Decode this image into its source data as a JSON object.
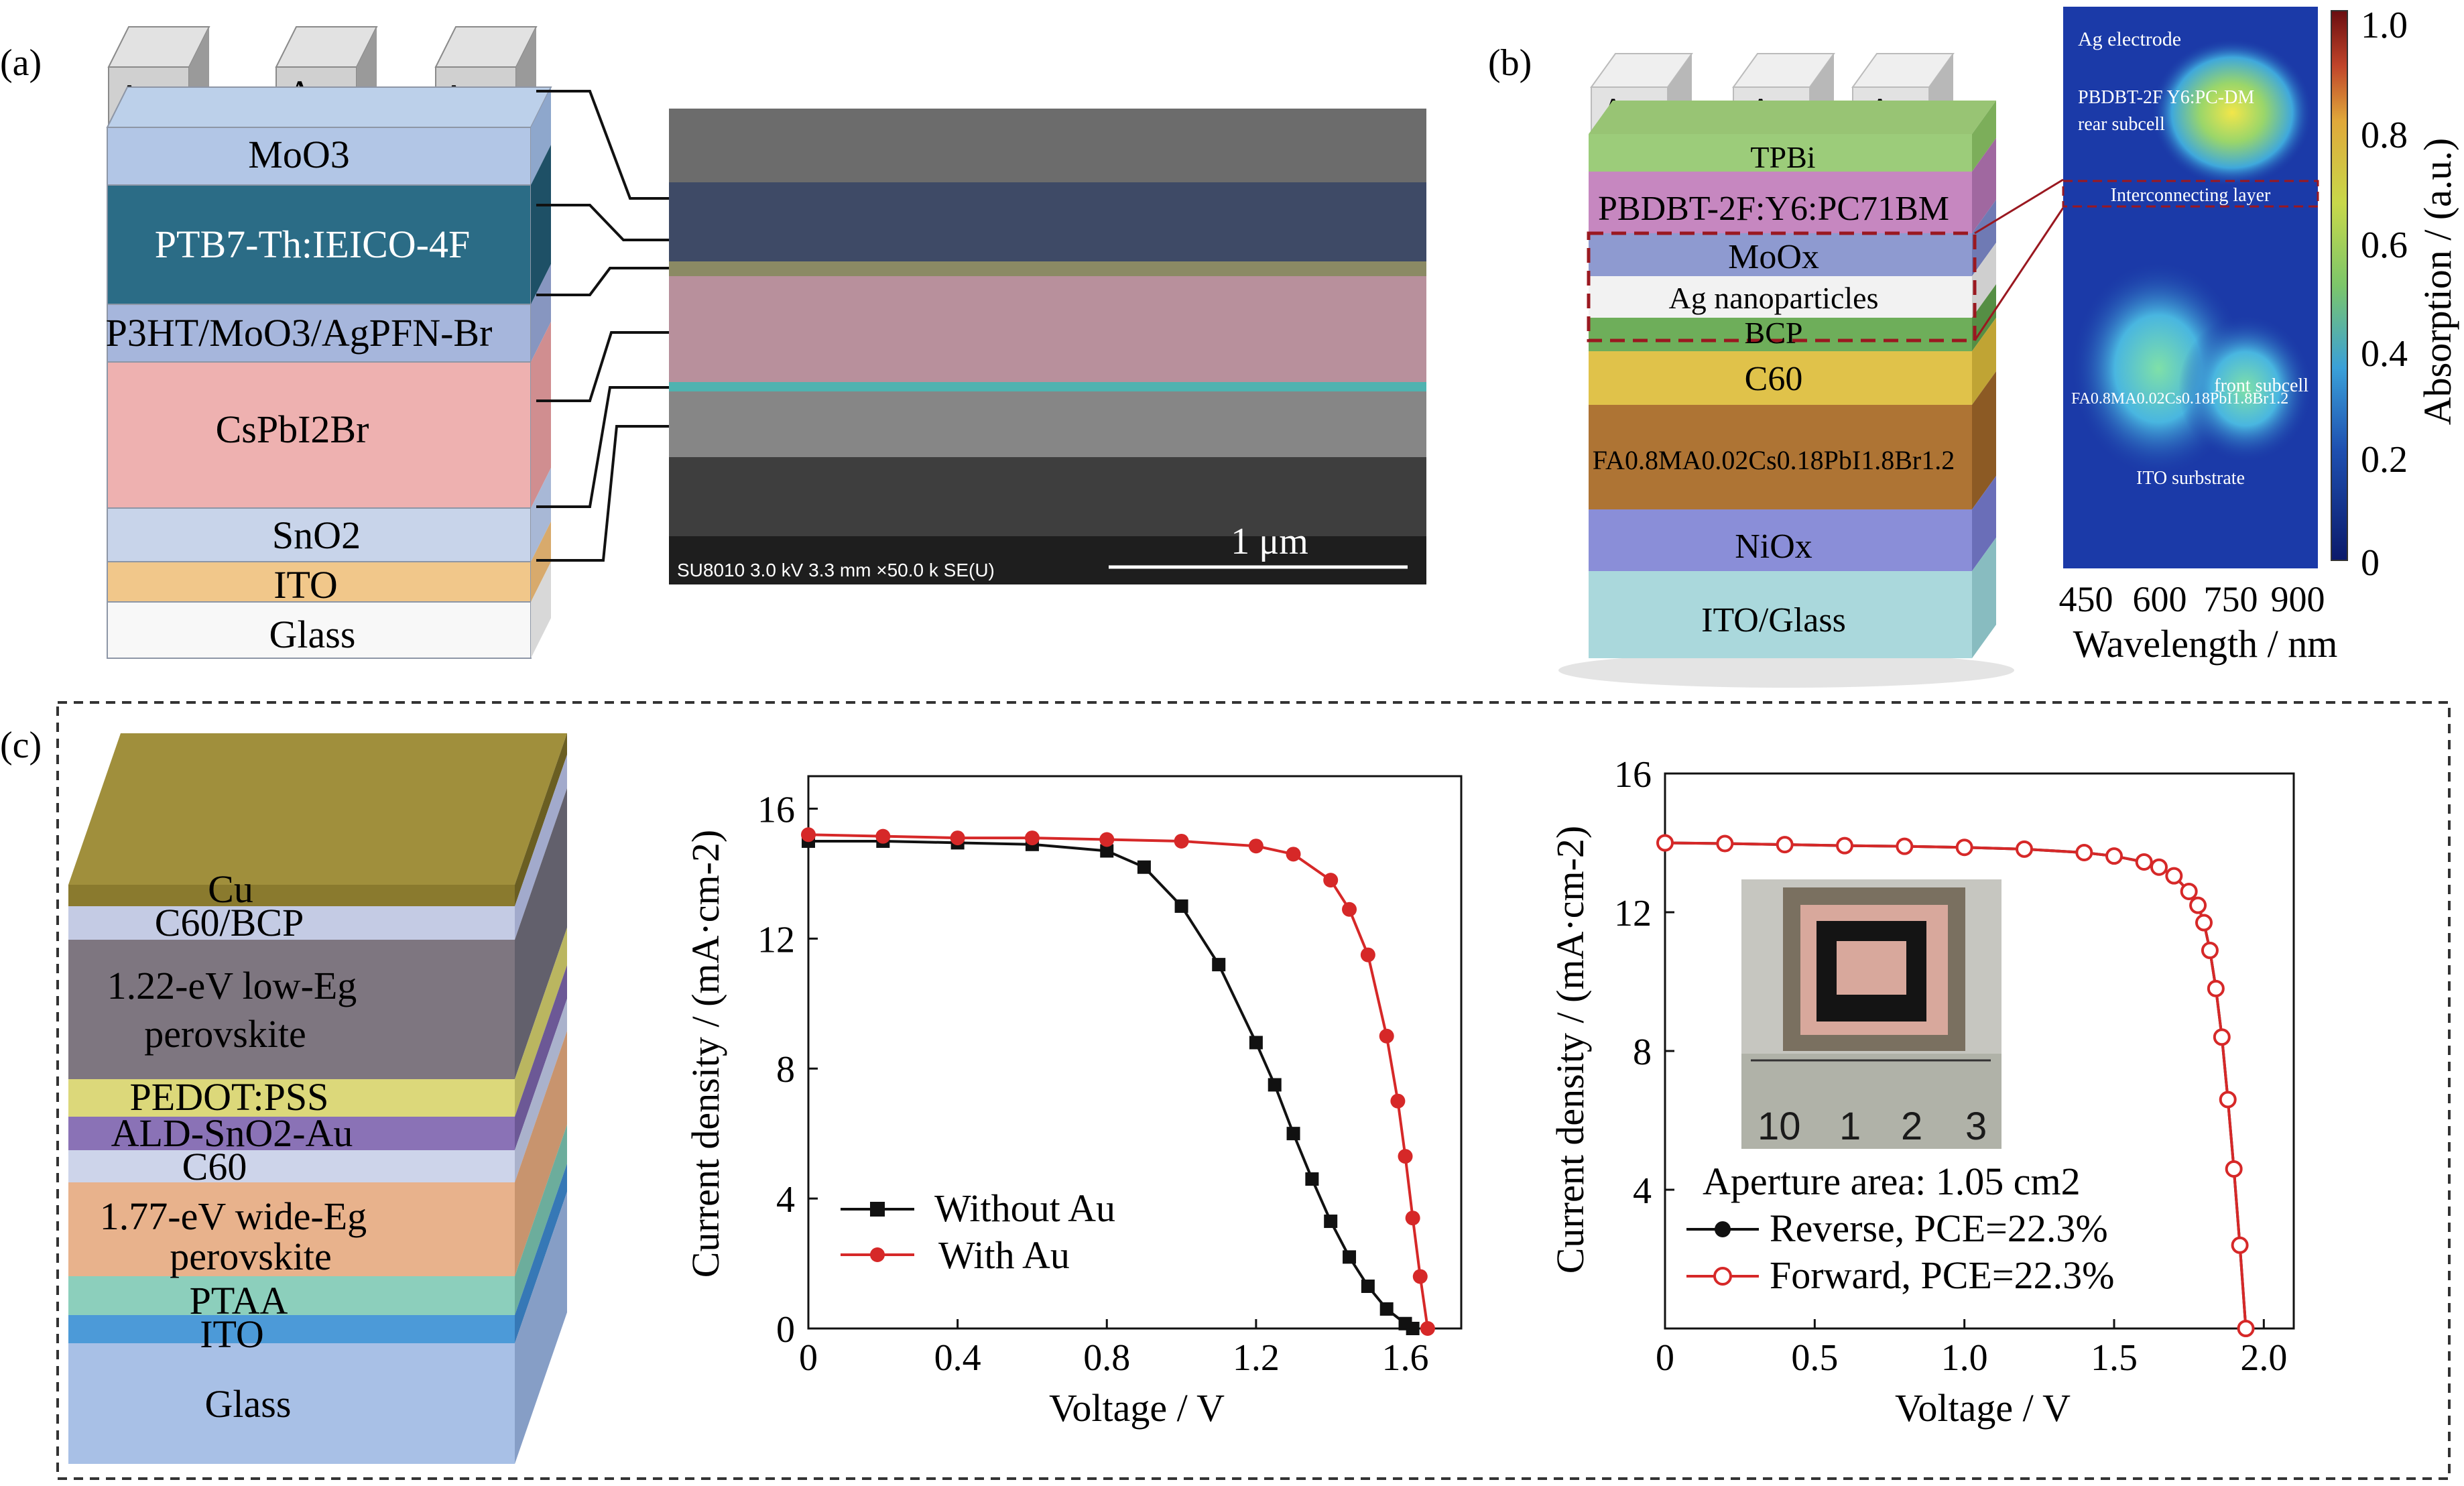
{
  "panel_a": {
    "label": "(a)",
    "electrodes": [
      "Ag",
      "Ag",
      "Ag"
    ],
    "layers": [
      "MoO3",
      "PTB7-Th:IEICO-4F",
      "P3HT/MoO3/AgPFN-Br",
      "CsPbI2Br",
      "SnO2",
      "ITO",
      "Glass"
    ],
    "sem_caption": "SU8010 3.0 kV 3.3 mm ×50.0 k SE(U)",
    "scale_bar": "1 μm"
  },
  "panel_b": {
    "label": "(b)",
    "electrodes": [
      "Ag",
      "Ag",
      "Ag"
    ],
    "layers": [
      "TPBi",
      "PBDBT-2F:Y6:PC71BM",
      "MoOx",
      "Ag nanoparticles",
      "BCP",
      "C60",
      "FA0.8MA0.02Cs0.18PbI1.8Br1.2",
      "NiOx",
      "ITO/Glass"
    ],
    "map_labels": {
      "top": "Ag electrode",
      "rear_1": "PBDBT-2F Y6:PC-DM",
      "rear_2": "rear subcell",
      "interconnect": "Interconnecting layer",
      "front_1": "FA0.8MA0.02Cs0.18PbI1.8Br1.2",
      "front_2": "front subcell",
      "substrate": "ITO surbstrate"
    },
    "map_x_ticks": [
      "450",
      "600",
      "750",
      "900"
    ],
    "map_xlabel": "Wavelength / nm",
    "colorbar_ticks": [
      "1.0",
      "0.8",
      "0.6",
      "0.4",
      "0.2",
      "0"
    ],
    "colorbar_label": "Absorption / (a.u.)"
  },
  "panel_c": {
    "label": "(c)",
    "layers": [
      "Cu",
      "C60/BCP",
      "1.22-eV low-Eg",
      "perovskite",
      "PEDOT:PSS",
      "ALD-SnO2-Au",
      "C60",
      "1.77-eV wide-Eg",
      "perovskite",
      "PTAA",
      "ITO",
      "Glass"
    ]
  },
  "chart_data": [
    {
      "type": "line",
      "xlabel": "Voltage / V",
      "ylabel": "Current density / (mA·cm-2)",
      "xlim": [
        0,
        1.75
      ],
      "ylim": [
        0,
        17
      ],
      "x_ticks": [
        "0",
        "0.4",
        "0.8",
        "1.2",
        "1.6"
      ],
      "y_ticks": [
        "0",
        "4",
        "8",
        "12",
        "16"
      ],
      "legend": "bottom-left",
      "series": [
        {
          "name": "Without Au",
          "color": "#111111",
          "marker": "square",
          "x": [
            0,
            0.2,
            0.4,
            0.6,
            0.8,
            0.9,
            1.0,
            1.1,
            1.2,
            1.25,
            1.3,
            1.35,
            1.4,
            1.45,
            1.5,
            1.55,
            1.6,
            1.62
          ],
          "y": [
            15.0,
            15.0,
            14.95,
            14.9,
            14.7,
            14.2,
            13.0,
            11.2,
            8.8,
            7.5,
            6.0,
            4.6,
            3.3,
            2.2,
            1.3,
            0.6,
            0.15,
            0
          ]
        },
        {
          "name": "With Au",
          "color": "#d62828",
          "marker": "circle",
          "x": [
            0,
            0.2,
            0.4,
            0.6,
            0.8,
            1.0,
            1.2,
            1.3,
            1.4,
            1.45,
            1.5,
            1.55,
            1.58,
            1.6,
            1.62,
            1.64,
            1.66
          ],
          "y": [
            15.2,
            15.15,
            15.1,
            15.1,
            15.05,
            15.0,
            14.85,
            14.6,
            13.8,
            12.9,
            11.5,
            9.0,
            7.0,
            5.3,
            3.4,
            1.6,
            0
          ]
        }
      ]
    },
    {
      "type": "line",
      "xlabel": "Voltage / V",
      "ylabel": "Current density / (mA·cm-2)",
      "xlim": [
        0,
        2.1
      ],
      "ylim": [
        0,
        16
      ],
      "x_ticks": [
        "0",
        "0.5",
        "1.0",
        "1.5",
        "2.0"
      ],
      "y_ticks": [
        "4",
        "8",
        "12",
        "16"
      ],
      "legend": "bottom-left",
      "annotation": "Aperture area: 1.05 cm2",
      "inset_ruler_labels": [
        "10",
        "1",
        "2",
        "3"
      ],
      "series": [
        {
          "name": "Reverse, PCE=22.3%",
          "color": "#111111",
          "marker": "filled-circle",
          "x": [
            0,
            0.2,
            0.4,
            0.6,
            0.8,
            1.0,
            1.2,
            1.4,
            1.5,
            1.6,
            1.65,
            1.7,
            1.75,
            1.78,
            1.8,
            1.82,
            1.84,
            1.86,
            1.88,
            1.9,
            1.92,
            1.94
          ],
          "y": [
            14.0,
            13.98,
            13.95,
            13.92,
            13.9,
            13.87,
            13.82,
            13.72,
            13.62,
            13.45,
            13.3,
            13.05,
            12.6,
            12.2,
            11.7,
            10.9,
            9.8,
            8.4,
            6.6,
            4.6,
            2.4,
            0
          ]
        },
        {
          "name": "Forward, PCE=22.3%",
          "color": "#d62828",
          "marker": "open-circle",
          "x": [
            0,
            0.2,
            0.4,
            0.6,
            0.8,
            1.0,
            1.2,
            1.4,
            1.5,
            1.6,
            1.65,
            1.7,
            1.75,
            1.78,
            1.8,
            1.82,
            1.84,
            1.86,
            1.88,
            1.9,
            1.92,
            1.94
          ],
          "y": [
            14.0,
            13.98,
            13.95,
            13.92,
            13.9,
            13.87,
            13.82,
            13.72,
            13.62,
            13.45,
            13.3,
            13.05,
            12.6,
            12.2,
            11.7,
            10.9,
            9.8,
            8.4,
            6.6,
            4.6,
            2.4,
            0
          ]
        }
      ]
    }
  ]
}
